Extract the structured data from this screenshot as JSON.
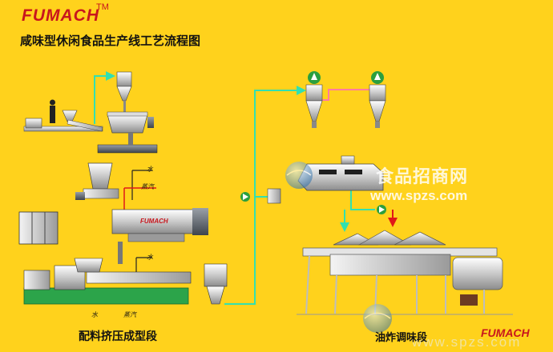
{
  "brand": {
    "logo": "FUMACH",
    "trademark": "TM"
  },
  "title": "咸味型休闲食品生产线工艺流程图",
  "sections": {
    "extrusion": "配料挤压成型段",
    "frying_seasoning": "油炸调味段"
  },
  "labels": {
    "water": "水",
    "steam": "蒸汽",
    "machine_logo": "FUMACH"
  },
  "watermark": {
    "site_name": "食品招商网",
    "url": "www.spzs.com",
    "url_faint": "www.spzs.com"
  },
  "colors": {
    "background": "#ffd21c",
    "brand_red": "#c8161d",
    "conveying_line": "#32e0b0",
    "feed_line": "#ff7aa0",
    "flow_line_red": "#e01818",
    "machine_body": "#e6e6e6",
    "base_frame": "#2ca44a"
  }
}
